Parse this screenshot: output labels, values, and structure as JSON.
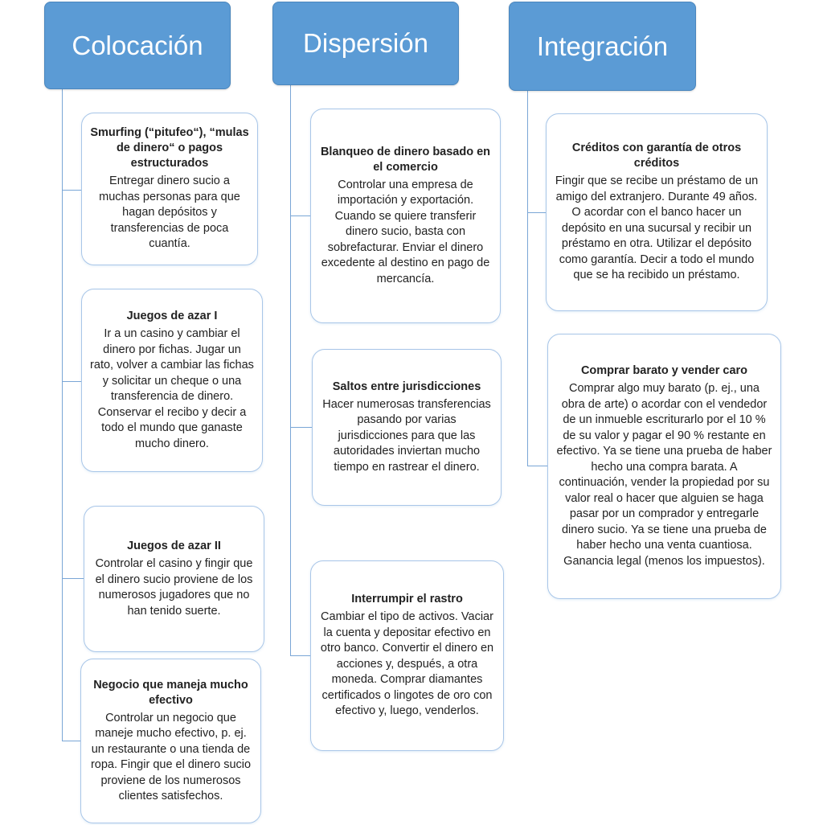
{
  "columns": [
    {
      "header": "Colocación",
      "cards": [
        {
          "title": "Smurfing (“pitufeo“), “mulas de dinero“ o pagos estructurados",
          "text": "Entregar dinero sucio a muchas personas para que hagan depósitos y transferencias de poca cuantía."
        },
        {
          "title": "Juegos de azar I",
          "text": "Ir a un casino y cambiar el dinero por fichas. Jugar un rato, volver a cambiar las fichas y solicitar un cheque o una transferencia de dinero. Conservar el recibo y decir a todo el mundo que ganaste mucho dinero."
        },
        {
          "title": "Juegos de azar II",
          "text": "Controlar el casino y fingir que el dinero sucio proviene de los numerosos jugadores que no han tenido suerte."
        },
        {
          "title": "Negocio que maneja mucho efectivo",
          "text": "Controlar un negocio que maneje mucho efectivo, p. ej. un restaurante o una tienda de ropa. Fingir que el dinero sucio proviene de los numerosos clientes satisfechos."
        }
      ]
    },
    {
      "header": "Dispersión",
      "cards": [
        {
          "title": "Blanqueo de dinero basado en el comercio",
          "text": "Controlar una empresa de importación y exportación. Cuando se quiere transferir dinero sucio, basta con sobrefacturar. Enviar el dinero excedente al destino en pago de mercancía."
        },
        {
          "title": "Saltos entre jurisdicciones",
          "text": "Hacer numerosas transferencias pasando por varias jurisdicciones para que las autoridades inviertan mucho tiempo en rastrear el dinero."
        },
        {
          "title": "Interrumpir el rastro",
          "text": "Cambiar el tipo de activos. Vaciar la cuenta y depositar efectivo en otro banco. Convertir el dinero en acciones y, después, a otra moneda. Comprar diamantes certificados o lingotes de oro con efectivo y, luego, venderlos."
        }
      ]
    },
    {
      "header": "Integración",
      "cards": [
        {
          "title": "Créditos con garantía de otros créditos",
          "text": "Fingir que se recibe un préstamo de un amigo del extranjero. Durante 49 años. O acordar con el banco hacer un depósito en una sucursal y recibir un préstamo en otra. Utilizar el depósito como garantía. Decir a todo el mundo que se ha recibido un préstamo."
        },
        {
          "title": "Comprar barato y vender caro",
          "text": "Comprar algo muy barato (p. ej., una obra de arte) o acordar con el vendedor de un inmueble escriturarlo por el 10 % de su valor y pagar el 90 % restante en efectivo. Ya se tiene una prueba de haber hecho una compra barata. A continuación, vender la propiedad por su valor real o hacer que alguien se haga pasar por un comprador y entregarle dinero sucio. Ya se tiene una prueba de haber hecho una venta cuantiosa. Ganancia legal (menos los impuestos)."
        }
      ]
    }
  ],
  "colors": {
    "header_fill": "#5b9bd5",
    "card_border": "#a9c6e8",
    "connector": "#7aa6d6"
  }
}
